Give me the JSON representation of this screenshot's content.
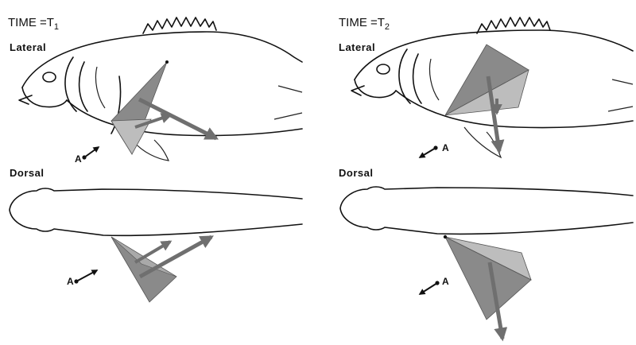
{
  "panels": [
    {
      "time_label": "TIME =T",
      "time_sub": "1",
      "lateral_label": "Lateral",
      "dorsal_label": "Dorsal",
      "point_label": "A"
    },
    {
      "time_label": "TIME =T",
      "time_sub": "2",
      "lateral_label": "Lateral",
      "dorsal_label": "Dorsal",
      "point_label": "A"
    }
  ],
  "colors": {
    "fin_dark": "#8a8a8a",
    "fin_light": "#bdbdbd",
    "arrow": "#6f6f6f",
    "outline": "#111111"
  }
}
